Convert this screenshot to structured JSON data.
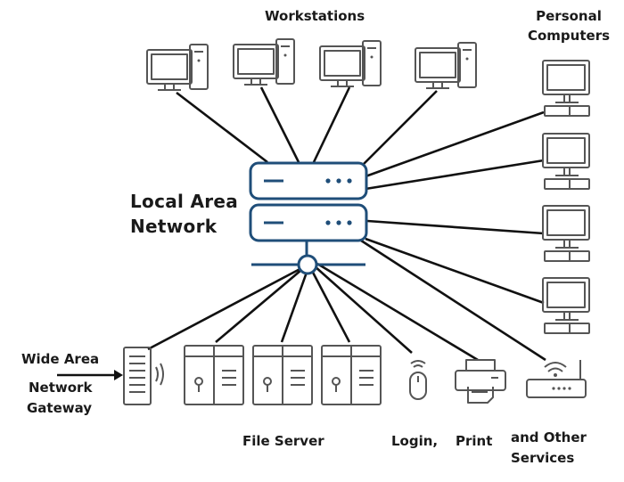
{
  "labels": {
    "workstations": "Workstations",
    "personal_computers_line1": "Personal",
    "personal_computers_line2": "Computers",
    "lan_line1": "Local Area",
    "lan_line2": "Network",
    "wan_line1": "Wide Area",
    "wan_line2": "Network",
    "wan_line3": "Gateway",
    "file_server": "File Server",
    "login": "Login,",
    "print": "Print",
    "other_line1": "and Other",
    "other_line2": "Services"
  },
  "colors": {
    "hub": "#1f4e79",
    "icons": "#555555",
    "links": "#111111"
  },
  "icons": {
    "workstation": "desktop-tower-icon",
    "personal_computer": "desktop-monitor-icon",
    "hub": "server-rack-icon",
    "gateway": "gateway-device-icon",
    "file_server": "server-cabinet-icon",
    "login": "mouse-icon",
    "print": "printer-icon",
    "services": "wifi-router-icon"
  }
}
